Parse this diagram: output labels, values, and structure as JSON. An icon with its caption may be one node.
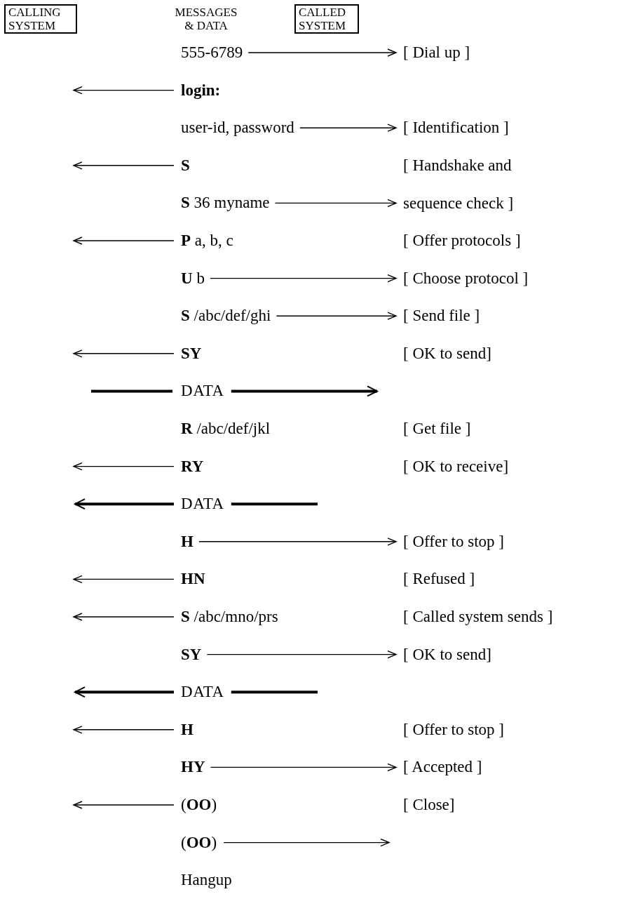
{
  "diagram": {
    "nodes": [
      {
        "text": [
          "CALLING SYSTEM"
        ]
      },
      {
        "text": [
          "MESSAGES & DATA"
        ]
      },
      {
        "text": [
          "CALLED SYSTEM"
        ]
      },
      {
        "text": [
          "555-6789"
        ]
      },
      {
        "text": [
          "[ Dial up ]"
        ]
      },
      {
        "text": [
          "**login:**"
        ]
      },
      {
        "text": [
          "user-id, password"
        ]
      },
      {
        "text": [
          "[ Identification ]"
        ]
      },
      {
        "text": [
          "**S**"
        ]
      },
      {
        "text": [
          "[ Handshake and sequence check ]"
        ]
      },
      {
        "text": [
          "**S** 36 myname"
        ]
      },
      {
        "text": [
          "**P** a, b, c"
        ]
      },
      {
        "text": [
          "[ Offer protocols ]"
        ]
      },
      {
        "text": [
          "**U** b"
        ]
      },
      {
        "text": [
          "[ Choose protocol ]"
        ]
      },
      {
        "text": [
          "**S** /abc/def/ghi"
        ]
      },
      {
        "text": [
          "[ Send file ]"
        ]
      },
      {
        "text": [
          "**SY**"
        ]
      },
      {
        "text": [
          "[ OK to send]"
        ]
      },
      {
        "text": [
          "DATA"
        ]
      },
      {
        "text": [
          "**R** /abc/def/jkl"
        ]
      },
      {
        "text": [
          "[ Get file ]"
        ]
      },
      {
        "text": [
          "**RY**"
        ]
      },
      {
        "text": [
          "[ OK to receive]"
        ]
      },
      {
        "text": [
          "DATA"
        ]
      },
      {
        "text": [
          "**H**"
        ]
      },
      {
        "text": [
          "[ Offer to stop ]"
        ]
      },
      {
        "text": [
          "**HN**"
        ]
      },
      {
        "text": [
          "[ Refused ]"
        ]
      },
      {
        "text": [
          "**S** /abc/mno/prs"
        ]
      },
      {
        "text": [
          "[ Called system sends ]"
        ]
      },
      {
        "text": [
          "**SY**"
        ]
      },
      {
        "text": [
          "[ OK to send]"
        ]
      },
      {
        "text": [
          "DATA"
        ]
      },
      {
        "text": [
          "**H**"
        ]
      },
      {
        "text": [
          "[ Offer to stop ]"
        ]
      },
      {
        "text": [
          "**HY**"
        ]
      },
      {
        "text": [
          "[ Accepted ]"
        ]
      },
      {
        "text": [
          "(**OO**)"
        ]
      },
      {
        "text": [
          "[ Close]"
        ]
      },
      {
        "text": [
          "(**OO**)"
        ]
      },
      {
        "text": [
          "Hangup"
        ]
      }
    ],
    "edges": [
      {
        "from": 3,
        "to": 4,
        "arrow": "to"
      },
      {
        "from": 5,
        "to": null,
        "arrow": "to"
      },
      {
        "from": 6,
        "to": 7,
        "arrow": "to"
      },
      {
        "from": 8,
        "to": null,
        "arrow": "to"
      },
      {
        "from": 10,
        "to": 9,
        "arrow": "to"
      },
      {
        "from": 11,
        "to": null,
        "arrow": "to"
      },
      {
        "from": 13,
        "to": 14,
        "arrow": "to"
      },
      {
        "from": 15,
        "to": 16,
        "arrow": "to"
      },
      {
        "from": 17,
        "to": null,
        "arrow": "to"
      },
      {
        "from": null,
        "to": 19,
        "arrow": "none",
        "style": "thick"
      },
      {
        "from": 19,
        "to": null,
        "arrow": "to",
        "style": "thick"
      },
      {
        "from": 22,
        "to": null,
        "arrow": "to"
      },
      {
        "from": 24,
        "to": null,
        "arrow": "to",
        "style": "thick"
      },
      {
        "from": 24,
        "to": null,
        "arrow": "none",
        "style": "thick"
      },
      {
        "from": 25,
        "to": 26,
        "arrow": "to"
      },
      {
        "from": 27,
        "to": null,
        "arrow": "to"
      },
      {
        "from": 29,
        "to": null,
        "arrow": "to"
      },
      {
        "from": 31,
        "to": 32,
        "arrow": "to"
      },
      {
        "from": 33,
        "to": null,
        "arrow": "to",
        "style": "thick"
      },
      {
        "from": 33,
        "to": null,
        "arrow": "none",
        "style": "thick"
      },
      {
        "from": 34,
        "to": null,
        "arrow": "to"
      },
      {
        "from": 36,
        "to": 37,
        "arrow": "to"
      },
      {
        "from": 38,
        "to": null,
        "arrow": "to"
      },
      {
        "from": 40,
        "to": null,
        "arrow": "to"
      }
    ]
  }
}
